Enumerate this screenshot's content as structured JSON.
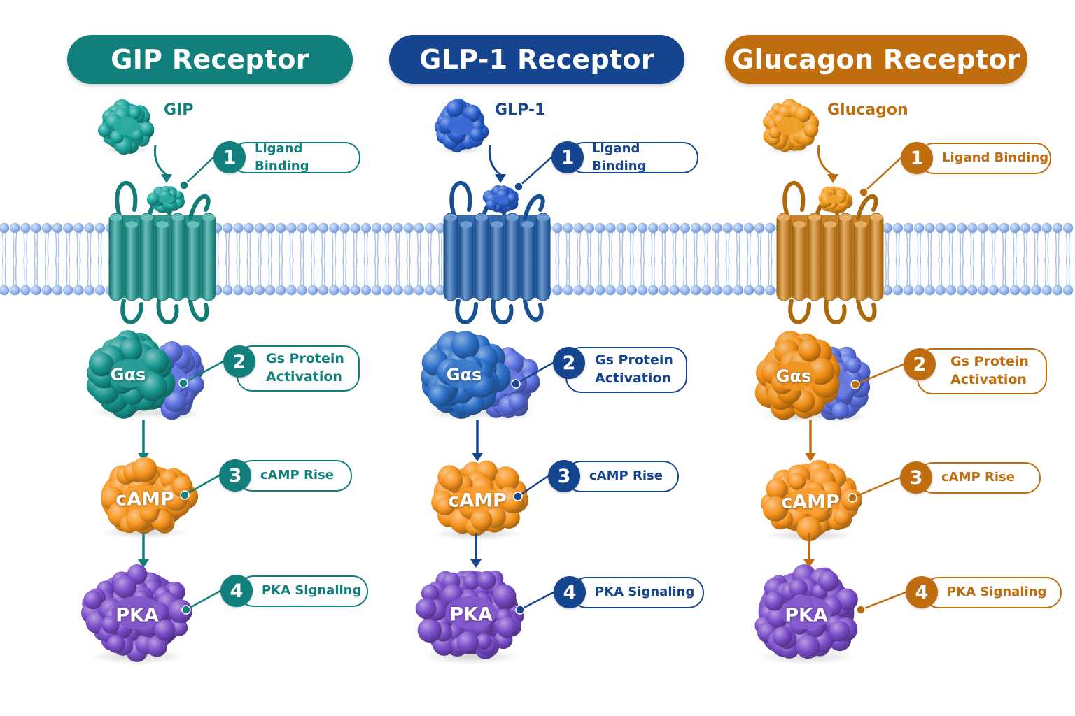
{
  "colors": {
    "membrane_head": "#7fa8e3",
    "membrane_tail": "#a9c3ec",
    "camp": "#f7941d",
    "pka": "#7a4cc9",
    "gbeta": "#5a6fe0"
  },
  "columns": [
    {
      "title": "GIP Receptor",
      "ligand": "GIP",
      "accent": "#11807c",
      "receptor_color": "#179c93",
      "ligand_color": "#1aa59c",
      "steps": [
        {
          "num": "1",
          "label": "Ligand Binding"
        },
        {
          "num": "2",
          "label": "Gs Protein\nActivation"
        },
        {
          "num": "3",
          "label": "cAMP Rise"
        },
        {
          "num": "4",
          "label": "PKA Signaling"
        }
      ],
      "proteins": {
        "gas": "Gαs",
        "camp": "cAMP",
        "pka": "PKA"
      }
    },
    {
      "title": "GLP-1 Receptor",
      "ligand": "GLP-1",
      "accent": "#16458f",
      "receptor_color": "#1f64b6",
      "ligand_color": "#2a5fd0",
      "steps": [
        {
          "num": "1",
          "label": "Ligand Binding"
        },
        {
          "num": "2",
          "label": "Gs Protein\nActivation"
        },
        {
          "num": "3",
          "label": "cAMP Rise"
        },
        {
          "num": "4",
          "label": "PKA Signaling"
        }
      ],
      "proteins": {
        "gas": "Gαs",
        "camp": "cAMP",
        "pka": "PKA"
      }
    },
    {
      "title": "Glucagon Receptor",
      "ligand": "Glucagon",
      "accent": "#c06d10",
      "receptor_color": "#d9820f",
      "ligand_color": "#f29a1b",
      "steps": [
        {
          "num": "1",
          "label": "Ligand Binding"
        },
        {
          "num": "2",
          "label": "Gs Protein\nActivation"
        },
        {
          "num": "3",
          "label": "cAMP Rise"
        },
        {
          "num": "4",
          "label": "PKA Signaling"
        }
      ],
      "proteins": {
        "gas": "Gαs",
        "camp": "cAMP",
        "pka": "PKA"
      }
    }
  ]
}
